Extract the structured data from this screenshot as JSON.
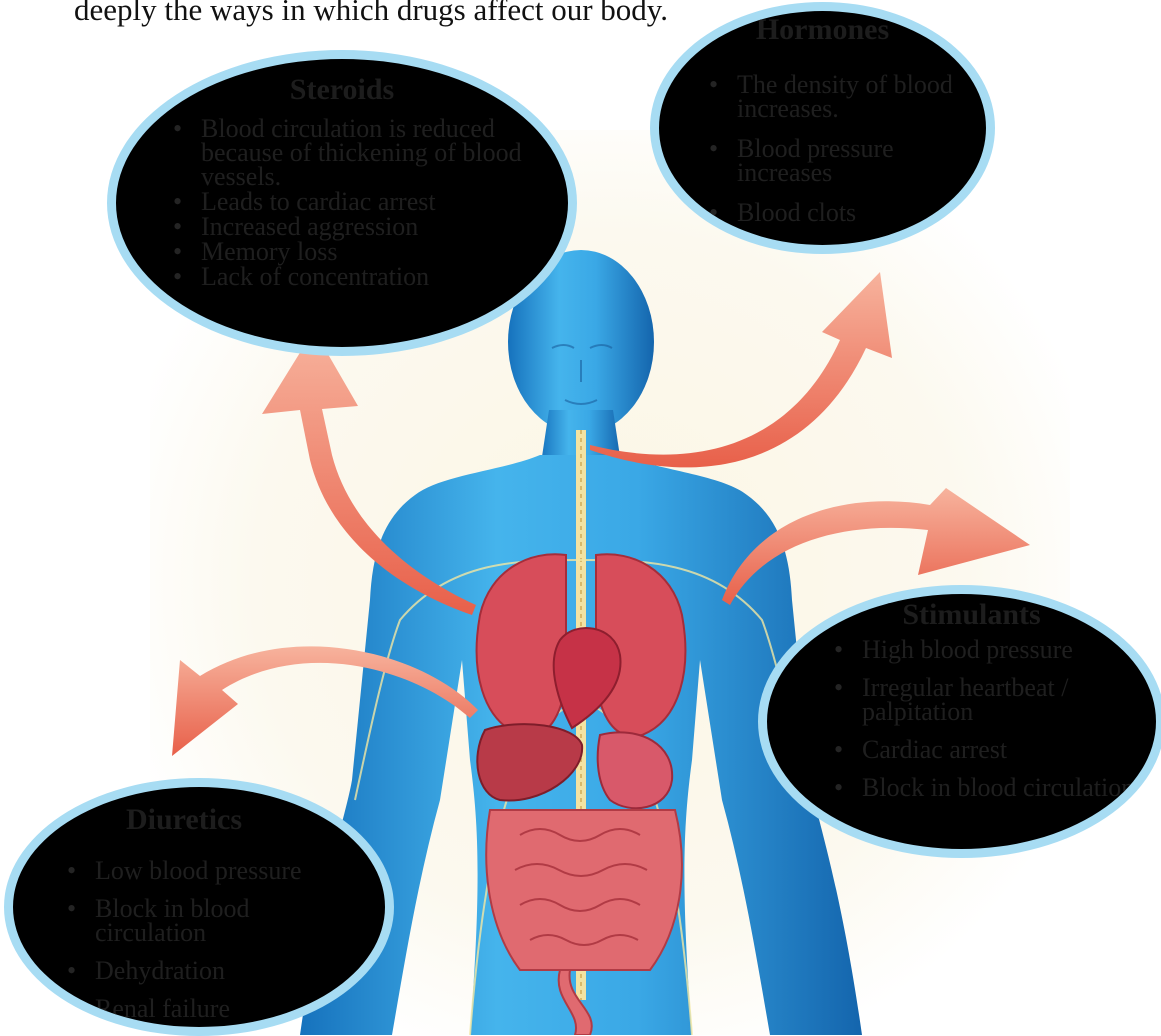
{
  "intro_text": "deeply the ways in which drugs affect our body.",
  "colors": {
    "bubble_fill": "#000000",
    "bubble_border": "#a7dcf3",
    "arrow": "#ee7a5e",
    "body": "#2d9fe0",
    "organs": "#d14a58"
  },
  "bubbles": {
    "steroids": {
      "title": "Steroids",
      "items": [
        "Blood circulation is reduced because of thickening of blood vessels.",
        "Leads to cardiac arrest",
        "Increased aggression",
        "Memory loss",
        "Lack of concentration"
      ]
    },
    "hormones": {
      "title": "Hormones",
      "items": [
        "The density of blood increases.",
        "Blood pressure increases",
        "Blood clots"
      ]
    },
    "stimulants": {
      "title": "Stimulants",
      "items": [
        "High blood pressure",
        "Irregular heartbeat / palpitation",
        "Cardiac arrest",
        "Block in blood circulation"
      ]
    },
    "diuretics": {
      "title": "Diuretics",
      "items": [
        "Low blood pressure",
        "Block in blood circulation",
        "Dehydration",
        "Renal failure"
      ]
    }
  }
}
